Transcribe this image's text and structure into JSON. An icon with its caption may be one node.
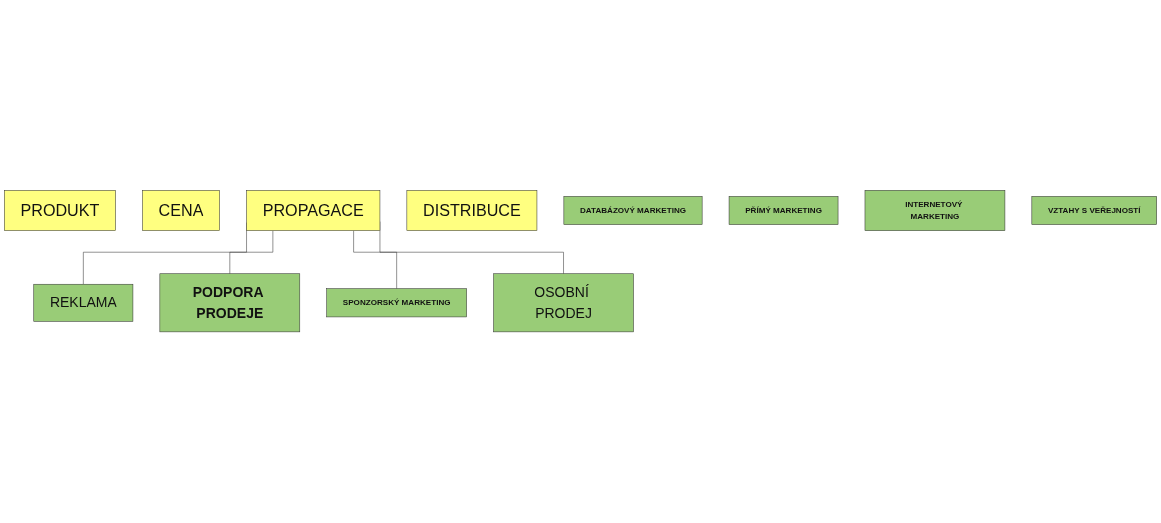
{
  "diagram": {
    "nodes": [
      {
        "text": [
          "PRODUKT"
        ]
      },
      {
        "text": [
          "CENA"
        ]
      },
      {
        "text": [
          "PROPAGACE"
        ]
      },
      {
        "text": [
          "DISTRIBUCE"
        ]
      },
      {
        "text": [
          "REKLAMA"
        ]
      },
      {
        "text": [
          "PODPORA PRODEJE"
        ]
      },
      {
        "text": [
          "OSOBNÍ PRODEJ"
        ]
      },
      {
        "text": [
          "DATABÁZOVÝ MARKETING"
        ]
      },
      {
        "text": [
          "PŘÍMÝ MARKETING"
        ]
      },
      {
        "text": [
          "SPONZORSKÝ MARKETING"
        ]
      },
      {
        "text": [
          "INTERNETOVÝ MARKETING"
        ]
      },
      {
        "text": [
          "VZTAHY S VEŘEJNOSTÍ"
        ]
      }
    ],
    "edges": [
      {
        "from": 2,
        "to": 4,
        "arrow": "none"
      },
      {
        "from": 2,
        "to": 5,
        "arrow": "none"
      },
      {
        "from": 2,
        "to": 9,
        "arrow": "none"
      },
      {
        "from": 2,
        "to": 6,
        "arrow": "none"
      }
    ]
  }
}
